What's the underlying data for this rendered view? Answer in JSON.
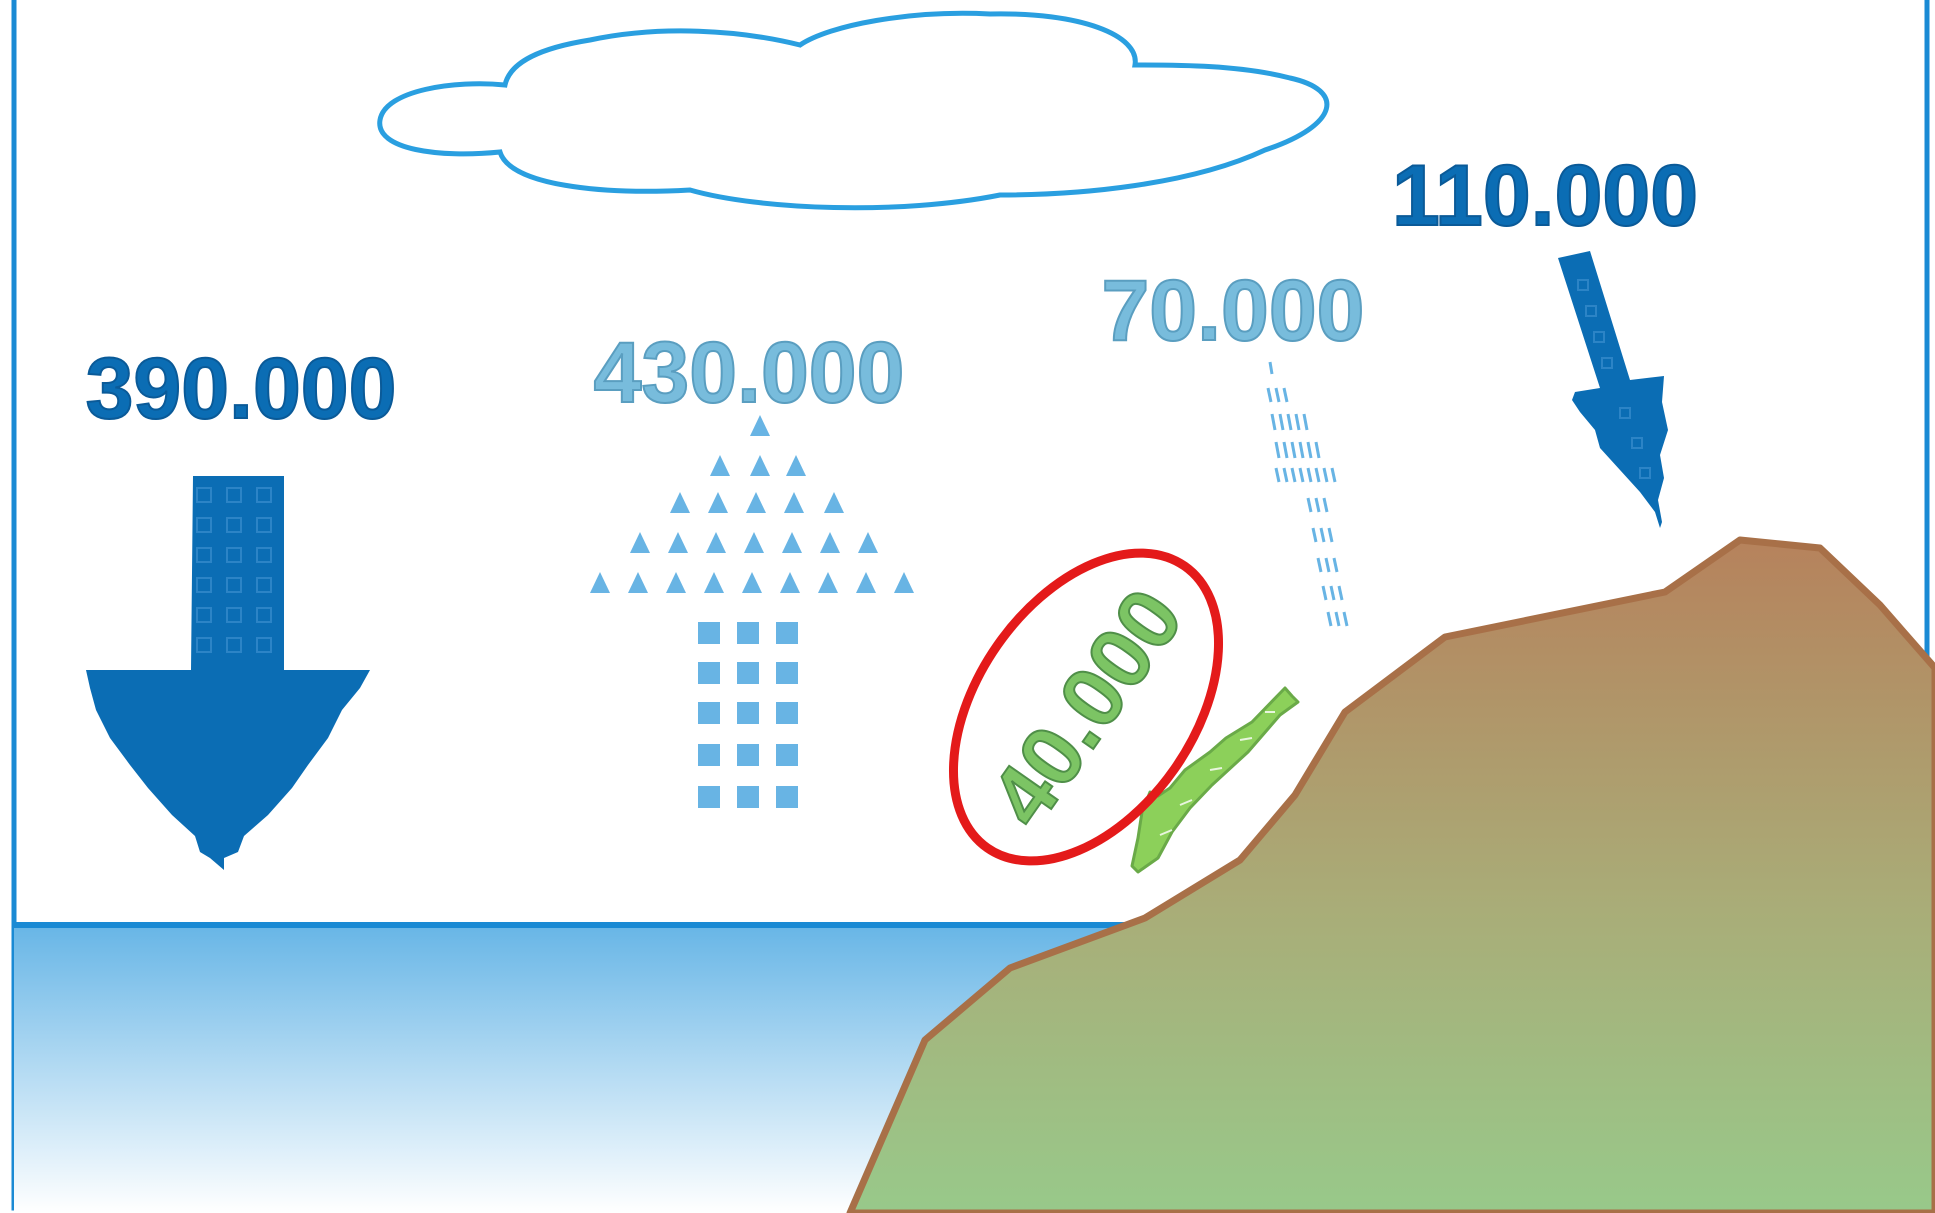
{
  "labels": {
    "ocean_precipitation": "390.000",
    "ocean_evaporation": "430.000",
    "land_evaporation": "70.000",
    "land_precipitation": "110.000",
    "runoff": "40.000"
  },
  "colors": {
    "frame": "#1a8ad4",
    "cloud_stroke": "#2a9fe0",
    "dark_blue": "#0b6db4",
    "light_blue": "#78bcdc",
    "sky_blue_marks": "#68b4e4",
    "runoff_green": "#7cc464",
    "runoff_text": "#6aaa5c",
    "highlight_red": "#e41a1a",
    "land_top": "#b88760",
    "land_bottom": "#98c888",
    "land_stroke": "#a87048",
    "water_top": "#6ab8e8",
    "water_bottom": "#ffffff"
  },
  "icons": [
    "cloud-icon",
    "precipitation-arrow-icon",
    "evaporation-arrow-icon",
    "runoff-arrow-icon"
  ]
}
